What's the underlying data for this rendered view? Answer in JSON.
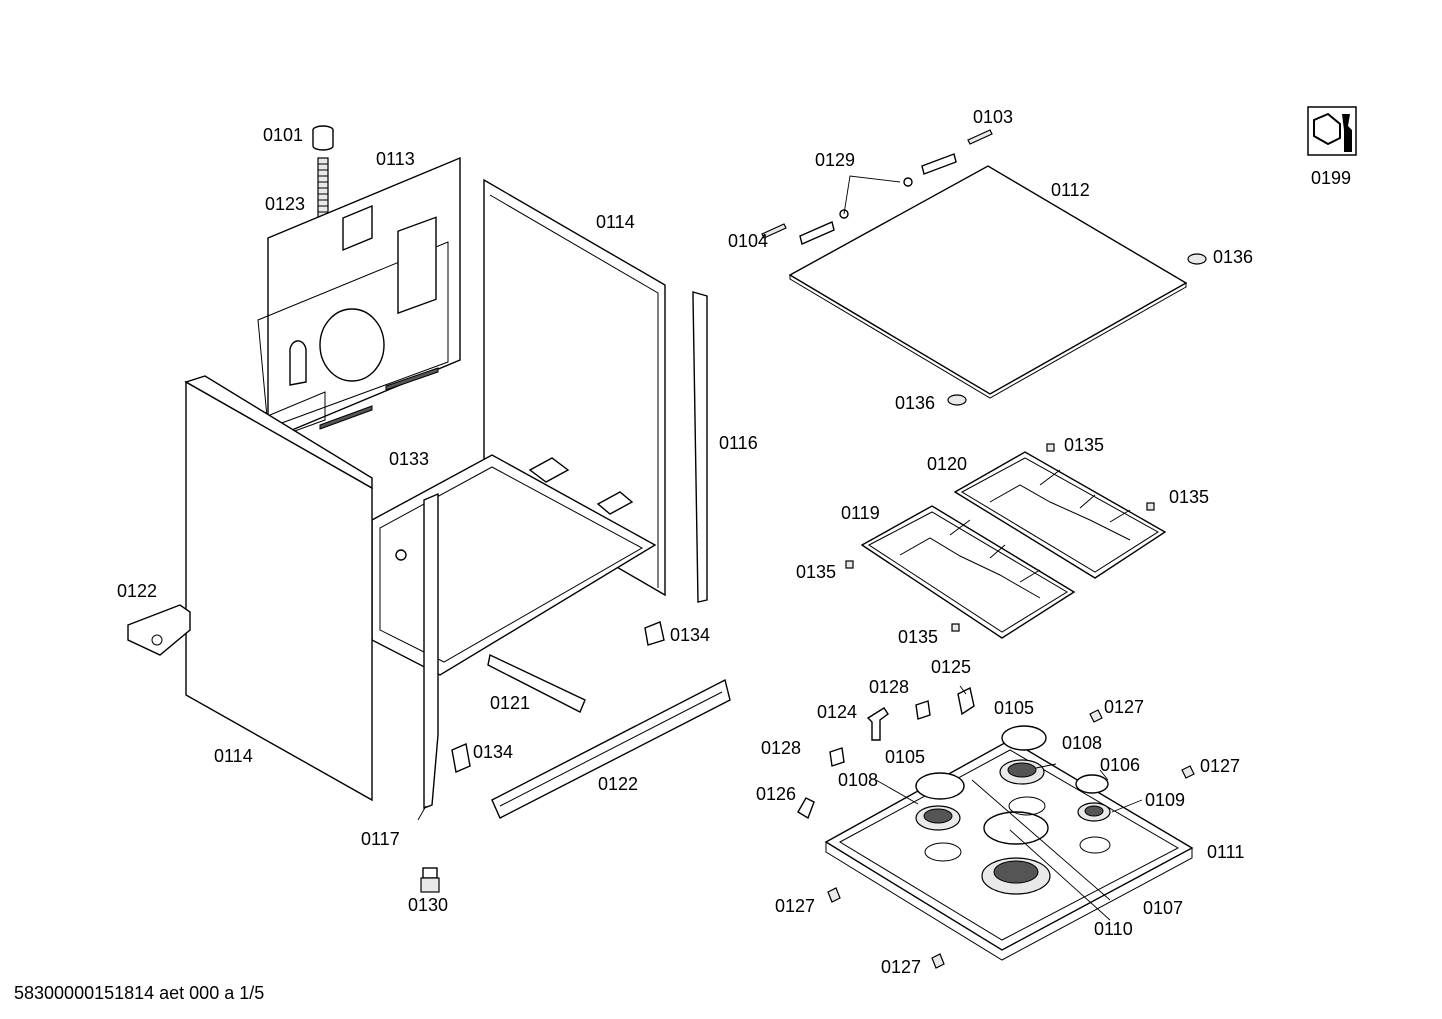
{
  "labels": {
    "p0101": "0101",
    "p0113": "0113",
    "p0123": "0123",
    "p0114a": "0114",
    "p0103": "0103",
    "p0129": "0129",
    "p0112": "0112",
    "p0104": "0104",
    "p0136a": "0136",
    "p0136b": "0136",
    "p0199": "0199",
    "p0116": "0116",
    "p0133": "0133",
    "p0135a": "0135",
    "p0120": "0120",
    "p0135b": "0135",
    "p0119": "0119",
    "p0135c": "0135",
    "p0122a": "0122",
    "p0135d": "0135",
    "p0134a": "0134",
    "p0125": "0125",
    "p0128a": "0128",
    "p0105a": "0105",
    "p0127a": "0127",
    "p0124": "0124",
    "p0121": "0121",
    "p0108a": "0108",
    "p0128b": "0128",
    "p0105b": "0105",
    "p0106": "0106",
    "p0127b": "0127",
    "p0114b": "0114",
    "p0134b": "0134",
    "p0108b": "0108",
    "p0122b": "0122",
    "p0126": "0126",
    "p0109": "0109",
    "p0117": "0117",
    "p0111": "0111",
    "p0130": "0130",
    "p0127c": "0127",
    "p0107": "0107",
    "p0110": "0110",
    "p0127d": "0127"
  },
  "footer": "58300000151814 aet 000 a 1/5",
  "icon": "service-tool-icon"
}
